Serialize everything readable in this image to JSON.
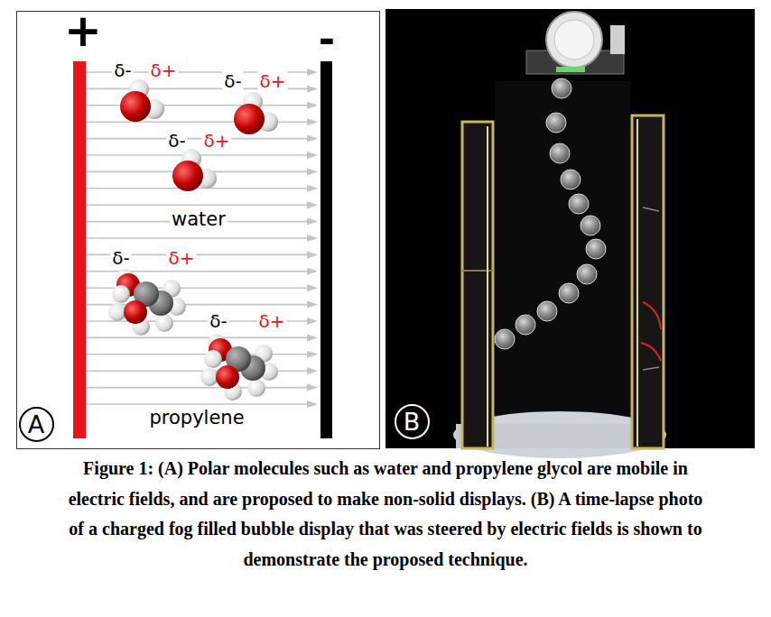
{
  "diagram": {
    "caption": "Figure 1: (A) Polar molecules such as water and propylene glycol are mobile in electric fields, and are proposed to make non-solid displays. (B) A time-lapse photo of a charged fog filled bubble display that was steered by electric fields is shown to demonstrate the proposed technique.",
    "nodes": [
      {
        "text": [
          "A"
        ]
      },
      {
        "text": [
          "B"
        ]
      }
    ],
    "labels": [
      "+",
      "-",
      "δ-",
      "δ+",
      "δ-",
      "δ+",
      "δ-",
      "δ+",
      "water",
      "δ-",
      "δ+",
      "δ-",
      "δ+",
      "propylene"
    ]
  }
}
